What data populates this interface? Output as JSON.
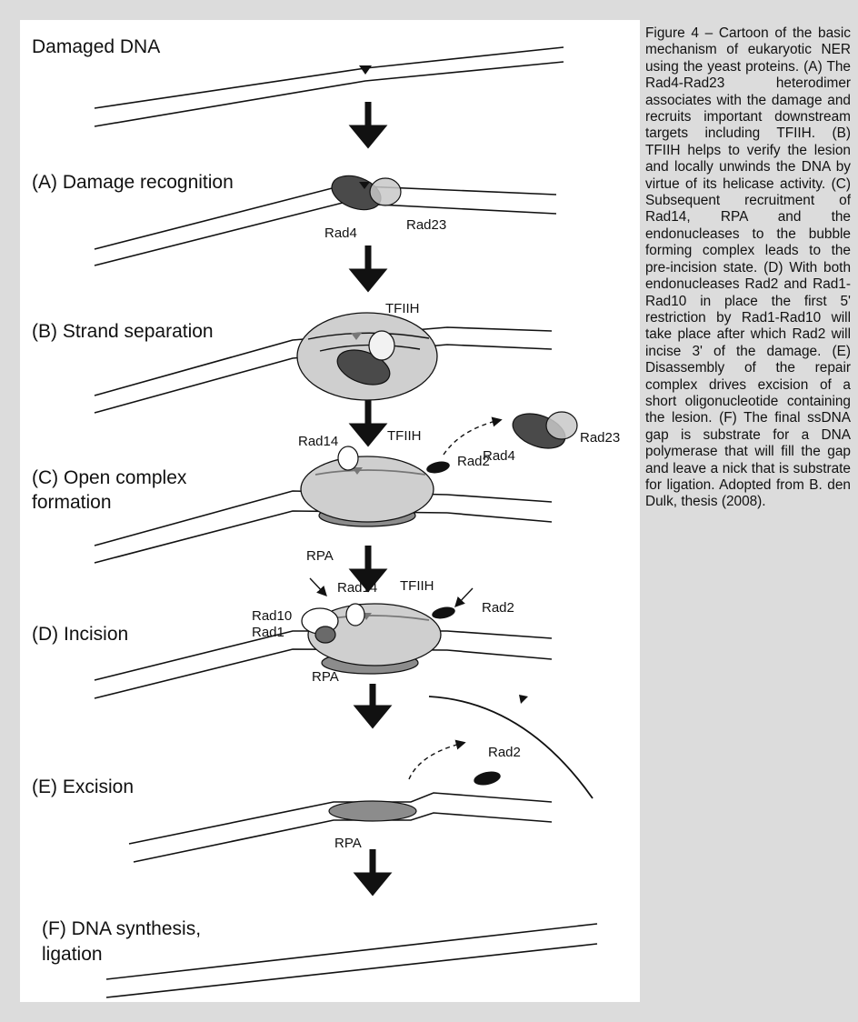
{
  "figure": {
    "steps": {
      "damaged": "Damaged DNA",
      "a": "(A) Damage recognition",
      "b": "(B) Strand separation",
      "c_line1": "(C) Open complex",
      "c_line2": "formation",
      "d": "(D) Incision",
      "e": "(E) Excision",
      "f_line1": "(F) DNA synthesis,",
      "f_line2": "ligation"
    },
    "proteins": {
      "rad4": "Rad4",
      "rad23": "Rad23",
      "tfiih": "TFIIH",
      "rad14": "Rad14",
      "rad2": "Rad2",
      "rpa": "RPA",
      "rad10": "Rad10",
      "rad1": "Rad1"
    },
    "colors": {
      "dark_protein": "#4a4a4a",
      "light_protein": "#c8c8c8",
      "complex": "#cfcfcf",
      "rpa": "#8c8c8c"
    }
  },
  "caption": "Figure 4 – Cartoon of the basic mechanism of eukaryotic NER using the yeast proteins. (A) The Rad4-Rad23 heterodimer associates with the damage and recruits important downstream targets including TFIIH. (B) TFIIH helps to verify the lesion and locally unwinds the DNA by virtue of its helicase activity. (C) Subsequent recruitment of Rad14, RPA and the endonucleases to the bubble forming complex leads to the pre-incision state. (D) With both endonucleases Rad2 and Rad1-Rad10 in place the first 5' restriction by Rad1-Rad10 will take place after which Rad2 will incise 3' of the damage. (E) Disassembly of the repair complex drives excision of a short oligonucleotide containing the lesion. (F) The final ssDNA gap is substrate for a DNA polymerase that will fill the gap and leave a nick that is substrate for ligation. Adopted from B. den Dulk, thesis (2008)."
}
